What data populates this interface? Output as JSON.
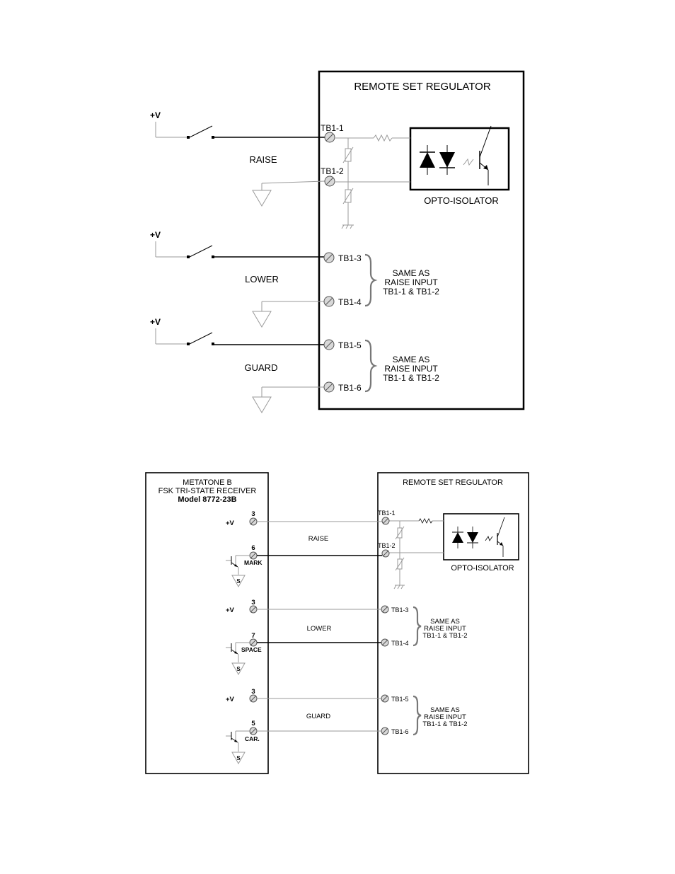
{
  "top": {
    "regulator_title": "REMOTE SET REGULATOR",
    "opto_label": "OPTO-ISOLATOR",
    "supply_label": "+V",
    "inputs": [
      {
        "name": "RAISE",
        "t1": "TB1-1",
        "t2": "TB1-2"
      },
      {
        "name": "LOWER",
        "t1": "TB1-3",
        "t2": "TB1-4"
      },
      {
        "name": "GUARD",
        "t1": "TB1-5",
        "t2": "TB1-6"
      }
    ],
    "same_as": [
      "SAME AS",
      "RAISE INPUT",
      "TB1-1 & TB1-2"
    ]
  },
  "bottom": {
    "receiver_title": [
      "METATONE B",
      "FSK TRI-STATE RECEIVER",
      "Model 8772-23B"
    ],
    "regulator_title": "REMOTE SET REGULATOR",
    "opto_label": "OPTO-ISOLATOR",
    "supply_label": "+V",
    "ground_label": "S",
    "channels": [
      {
        "name": "RAISE",
        "pin_v": "3",
        "pin_sig": "6",
        "sig": "MARK",
        "t1": "TB1-1",
        "t2": "TB1-2"
      },
      {
        "name": "LOWER",
        "pin_v": "3",
        "pin_sig": "7",
        "sig": "SPACE",
        "t1": "TB1-3",
        "t2": "TB1-4"
      },
      {
        "name": "GUARD",
        "pin_v": "3",
        "pin_sig": "5",
        "sig": "CAR.",
        "t1": "TB1-5",
        "t2": "TB1-6"
      }
    ],
    "same_as": [
      "SAME AS",
      "RAISE INPUT",
      "TB1-1 & TB1-2"
    ]
  }
}
